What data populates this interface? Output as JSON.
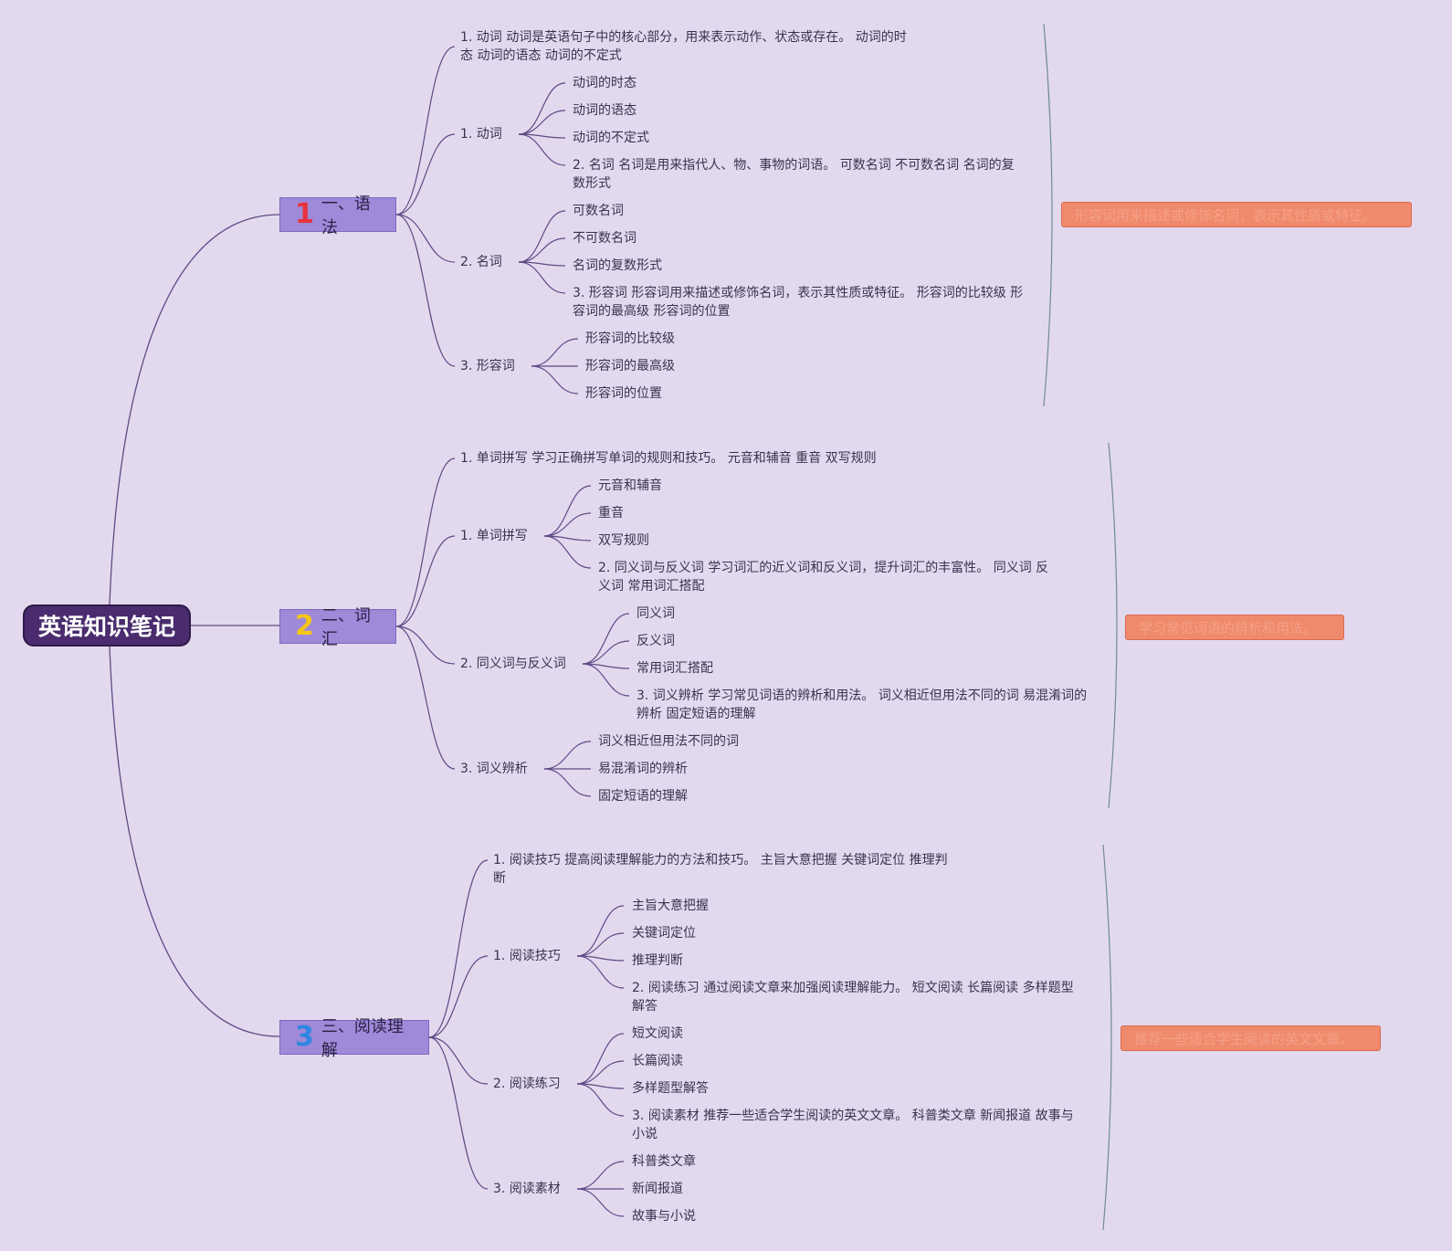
{
  "colors": {
    "background": "#e3d9ee",
    "line": "#5d4a86",
    "bracket": "#6f8c8c",
    "root_fill": "#4a2c6e",
    "topic_fill": "#9e8ad8",
    "note_fill": "#f08a6c",
    "num1": "#e8323c",
    "num2": "#f5c518",
    "num3": "#2f86e0"
  },
  "root": {
    "label": "英语知识笔记"
  },
  "sections": [
    {
      "num": "1",
      "label": "一、语法",
      "note": "形容词用来描述或修饰名词，表示其性质或特征。",
      "intro": "1. 动词 动词是英语句子中的核心部分，用来表示动作、状态或存在。 动词的时态 动词的语态 动词的不定式",
      "groups": [
        {
          "label": "1. 动词",
          "items": [
            "动词的时态",
            "动词的语态",
            "动词的不定式",
            "2. 名词 名词是用来指代人、物、事物的词语。 可数名词 不可数名词 名词的复数形式"
          ]
        },
        {
          "label": "2. 名词",
          "items": [
            "可数名词",
            "不可数名词",
            "名词的复数形式",
            "3. 形容词 形容词用来描述或修饰名词，表示其性质或特征。 形容词的比较级 形容词的最高级 形容词的位置"
          ]
        },
        {
          "label": "3. 形容词",
          "items": [
            "形容词的比较级",
            "形容词的最高级",
            "形容词的位置"
          ]
        }
      ]
    },
    {
      "num": "2",
      "label": "二、词汇",
      "note": "学习常见词语的辨析和用法。",
      "intro": "1. 单词拼写 学习正确拼写单词的规则和技巧。 元音和辅音 重音 双写规则",
      "groups": [
        {
          "label": "1. 单词拼写",
          "items": [
            "元音和辅音",
            "重音",
            "双写规则",
            "2. 同义词与反义词 学习词汇的近义词和反义词，提升词汇的丰富性。 同义词 反义词 常用词汇搭配"
          ]
        },
        {
          "label": "2. 同义词与反义词",
          "items": [
            "同义词",
            "反义词",
            "常用词汇搭配",
            "3. 词义辨析 学习常见词语的辨析和用法。 词义相近但用法不同的词 易混淆词的辨析 固定短语的理解"
          ]
        },
        {
          "label": "3. 词义辨析",
          "items": [
            "词义相近但用法不同的词",
            "易混淆词的辨析",
            "固定短语的理解"
          ]
        }
      ]
    },
    {
      "num": "3",
      "label": "三、阅读理解",
      "note": "推荐一些适合学生阅读的英文文章。",
      "intro": "1. 阅读技巧 提高阅读理解能力的方法和技巧。 主旨大意把握 关键词定位 推理判断",
      "groups": [
        {
          "label": "1. 阅读技巧",
          "items": [
            "主旨大意把握",
            "关键词定位",
            "推理判断",
            "2. 阅读练习 通过阅读文章来加强阅读理解能力。 短文阅读 长篇阅读 多样题型解答"
          ]
        },
        {
          "label": "2. 阅读练习",
          "items": [
            "短文阅读",
            "长篇阅读",
            "多样题型解答",
            "3. 阅读素材 推荐一些适合学生阅读的英文文章。 科普类文章 新闻报道 故事与小说"
          ]
        },
        {
          "label": "3. 阅读素材",
          "items": [
            "科普类文章",
            "新闻报道",
            "故事与小说"
          ]
        }
      ]
    }
  ]
}
